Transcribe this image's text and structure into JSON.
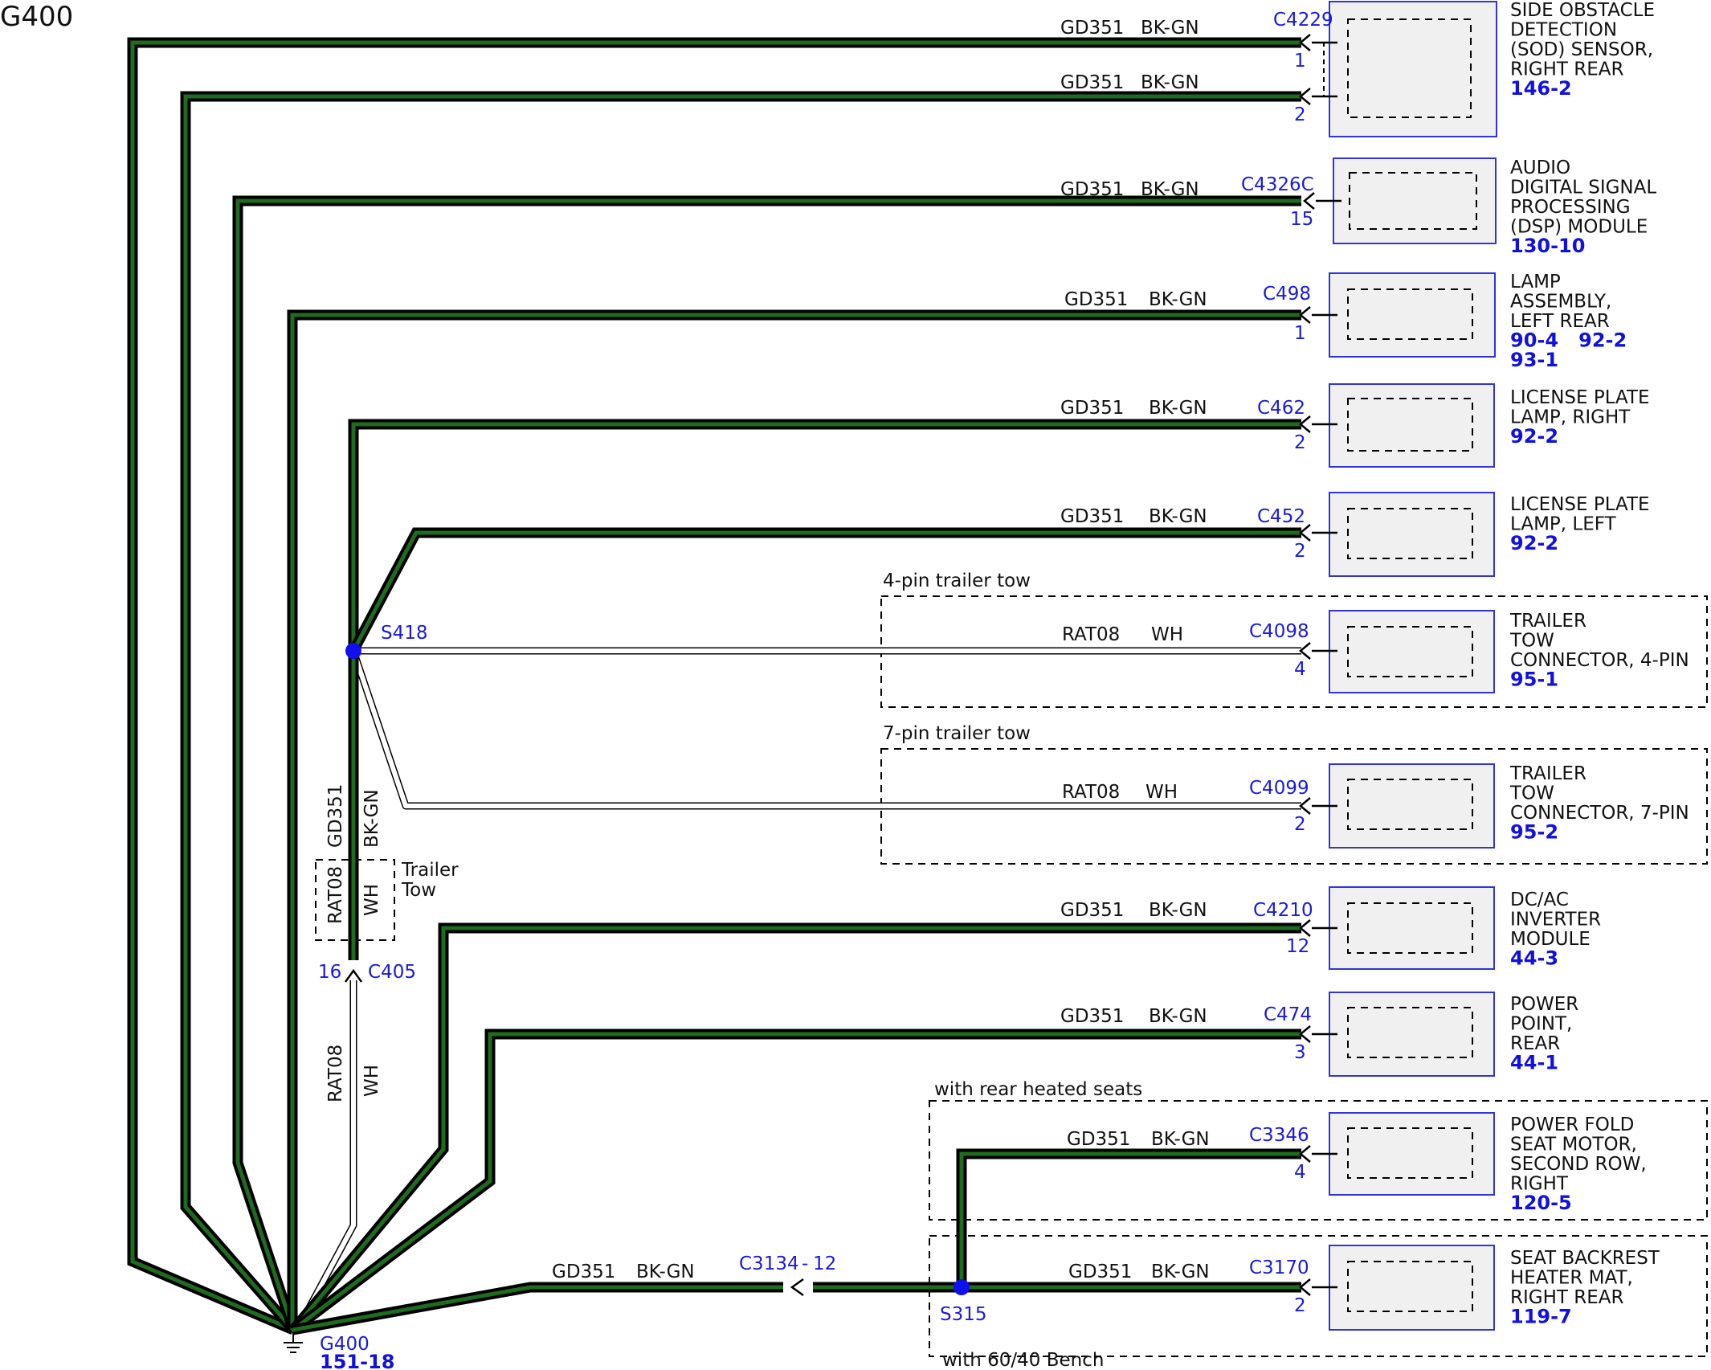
{
  "page": {
    "title": "G400"
  },
  "colors": {
    "wire_outer": "#000000",
    "wire_core": "#1f6b1f",
    "connector": "#1a1adc",
    "component_border": "#3333dd",
    "component_fill": "#f0f0f0",
    "splice": "#1010ee"
  },
  "ground": {
    "name": "G400",
    "ref": "151-18"
  },
  "components": [
    {
      "connector": "C4229",
      "pins": [
        "1",
        "2"
      ],
      "wire": "GD351",
      "color": "BK-GN",
      "lines": [
        "SIDE OBSTACLE",
        "DETECTION",
        "(SOD) SENSOR,",
        "RIGHT REAR"
      ],
      "refs": [
        "146-2"
      ]
    },
    {
      "connector": "C4326C",
      "pins": [
        "15"
      ],
      "wire": "GD351",
      "color": "BK-GN",
      "lines": [
        "AUDIO",
        "DIGITAL SIGNAL",
        "PROCESSING",
        "(DSP) MODULE"
      ],
      "refs": [
        "130-10"
      ]
    },
    {
      "connector": "C498",
      "pins": [
        "1"
      ],
      "wire": "GD351",
      "color": "BK-GN",
      "lines": [
        "LAMP",
        "ASSEMBLY,",
        "LEFT REAR"
      ],
      "refs": [
        "90-4   92-2",
        "93-1"
      ]
    },
    {
      "connector": "C462",
      "pins": [
        "2"
      ],
      "wire": "GD351",
      "color": "BK-GN",
      "lines": [
        "LICENSE PLATE",
        "LAMP, RIGHT"
      ],
      "refs": [
        "92-2"
      ]
    },
    {
      "connector": "C452",
      "pins": [
        "2"
      ],
      "wire": "GD351",
      "color": "BK-GN",
      "lines": [
        "LICENSE PLATE",
        "LAMP, LEFT"
      ],
      "refs": [
        "92-2"
      ]
    },
    {
      "connector": "C4098",
      "pins": [
        "4"
      ],
      "wire": "RAT08",
      "color": "WH",
      "lines": [
        "TRAILER",
        "TOW",
        "CONNECTOR, 4-PIN"
      ],
      "refs": [
        "95-1"
      ]
    },
    {
      "connector": "C4099",
      "pins": [
        "2"
      ],
      "wire": "RAT08",
      "color": "WH",
      "lines": [
        "TRAILER",
        "TOW",
        "CONNECTOR, 7-PIN"
      ],
      "refs": [
        "95-2"
      ]
    },
    {
      "connector": "C4210",
      "pins": [
        "12"
      ],
      "wire": "GD351",
      "color": "BK-GN",
      "lines": [
        "DC/AC",
        "INVERTER",
        "MODULE"
      ],
      "refs": [
        "44-3"
      ]
    },
    {
      "connector": "C474",
      "pins": [
        "3"
      ],
      "wire": "GD351",
      "color": "BK-GN",
      "lines": [
        "POWER",
        "POINT,",
        "REAR"
      ],
      "refs": [
        "44-1"
      ]
    },
    {
      "connector": "C3346",
      "pins": [
        "4"
      ],
      "wire": "GD351",
      "color": "BK-GN",
      "lines": [
        "POWER FOLD",
        "SEAT MOTOR,",
        "SECOND ROW,",
        "RIGHT"
      ],
      "refs": [
        "120-5"
      ]
    },
    {
      "connector": "C3170",
      "pins": [
        "2"
      ],
      "wire": "GD351",
      "color": "BK-GN",
      "lines": [
        "SEAT BACKREST",
        "HEATER MAT,",
        "RIGHT REAR"
      ],
      "refs": [
        "119-7"
      ]
    }
  ],
  "options": {
    "four_pin": "4-pin trailer tow",
    "seven_pin": "7-pin trailer tow",
    "heated_seats": "with rear heated seats",
    "bench": "with 60/40 Bench",
    "trailer_tow": [
      "Trailer",
      "Tow"
    ]
  },
  "splices": {
    "s418": "S418",
    "s315": "S315"
  },
  "vertical_wires": {
    "main_wire": "GD351",
    "main_color": "BK-GN",
    "trailer_wire": "RAT08",
    "trailer_color": "WH"
  },
  "c405": {
    "connector": "C405",
    "pin": "16"
  },
  "c3134": {
    "connector": "C3134",
    "pin": "12",
    "wire": "GD351",
    "color": "BK-GN"
  }
}
